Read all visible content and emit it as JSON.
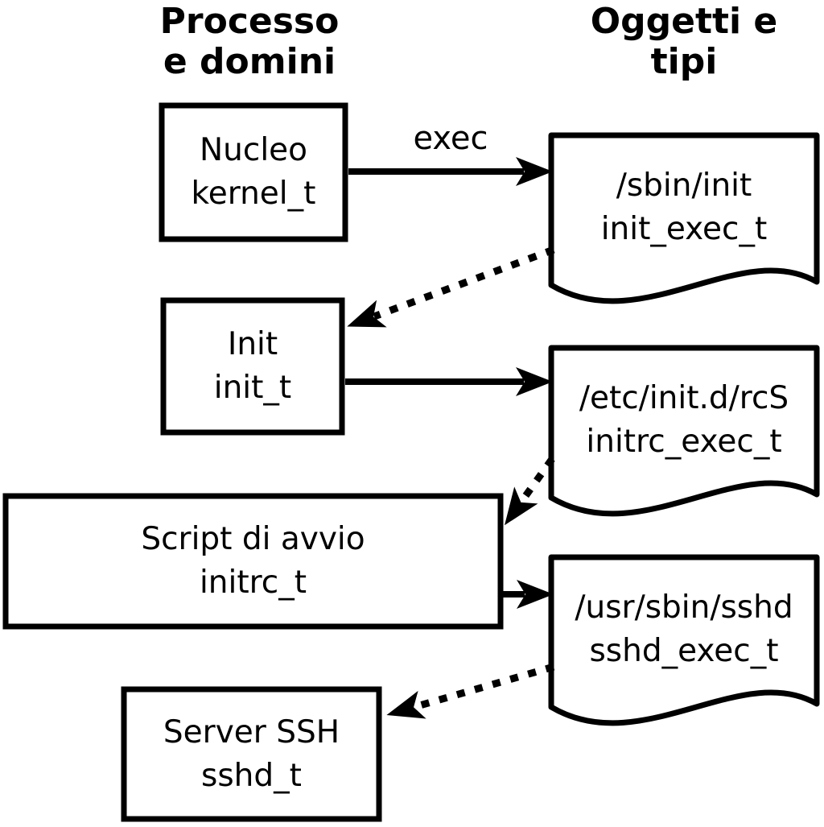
{
  "diagram": {
    "headers": {
      "left": {
        "line1": "Processo",
        "line2": "e domini"
      },
      "right": {
        "line1": "Oggetti e",
        "line2": "tipi"
      }
    },
    "processes": [
      {
        "label": "Nucleo",
        "domain": "kernel_t"
      },
      {
        "label": "Init",
        "domain": "init_t"
      },
      {
        "label": "Script di avvio",
        "domain": "initrc_t"
      },
      {
        "label": "Server SSH",
        "domain": "sshd_t"
      }
    ],
    "objects": [
      {
        "path": "/sbin/init",
        "type": "init_exec_t"
      },
      {
        "path": "/etc/init.d/rcS",
        "type": "initrc_exec_t"
      },
      {
        "path": "/usr/sbin/sshd",
        "type": "sshd_exec_t"
      }
    ],
    "arrows": {
      "exec_label": "exec"
    },
    "colors": {
      "ink": "#000000",
      "fill": "#ffffff"
    }
  }
}
